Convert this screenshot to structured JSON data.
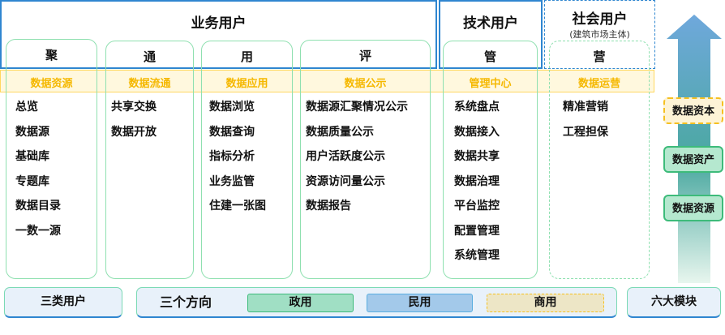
{
  "users": {
    "business": "业务用户",
    "tech": "技术用户",
    "social": "社会用户",
    "social_sub": "(建筑市场主体)"
  },
  "columns": [
    {
      "head": "聚",
      "band": "数据资源",
      "items": [
        "总览",
        "数据源",
        "基础库",
        "专题库",
        "数据目录",
        "一数一源"
      ]
    },
    {
      "head": "通",
      "band": "数据流通",
      "items": [
        "共享交换",
        "数据开放"
      ]
    },
    {
      "head": "用",
      "band": "数据应用",
      "items": [
        "数据浏览",
        "数据查询",
        "指标分析",
        "业务监管",
        "住建一张图"
      ]
    },
    {
      "head": "评",
      "band": "数据公示",
      "items": [
        "数据源汇聚情况公示",
        "数据质量公示",
        "用户活跃度公示",
        "资源访问量公示",
        "数据报告"
      ]
    },
    {
      "head": "管",
      "band": "管理中心",
      "items": [
        "系统盘点",
        "数据接入",
        "数据共享",
        "数据治理",
        "平台监控",
        "配置管理",
        "系统管理"
      ]
    },
    {
      "head": "营",
      "band": "数据运营",
      "items": [
        "精准营销",
        "工程担保"
      ]
    }
  ],
  "bottom": {
    "three_users": "三类用户",
    "three_dirs": "三个方向",
    "gov": "政用",
    "civil": "民用",
    "commercial": "商用",
    "six_modules": "六大模块"
  },
  "ladder": [
    "数据资本",
    "数据资产",
    "数据资源"
  ]
}
